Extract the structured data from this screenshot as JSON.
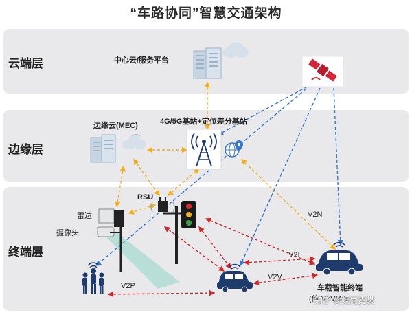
{
  "title": "“车路协同”智慧交通架构",
  "layers": {
    "cloud": "云端层",
    "edge": "边缘层",
    "terminal": "终端层"
  },
  "nodes": {
    "center_cloud": "中心云/服务平台",
    "edge_cloud": "边缘云(MEC)",
    "base_station": "4G/5G基站+定位差分基站",
    "rsu": "RSU",
    "radar": "雷达",
    "camera": "摄像头",
    "vehicle_terminal_line1": "车载智能终端",
    "vehicle_terminal_line2": "(传 V2V/4G)"
  },
  "edges": {
    "v2n": "V2N",
    "v2i": "V2I",
    "v2v": "V2V",
    "v2p": "V2P"
  },
  "watermark": "知乎 @烟雨霓裳",
  "colors": {
    "layer_bg": "#e9e9ec",
    "yellow_link": "#f0b020",
    "blue_link": "#3a78c9",
    "red_link": "#cc2a2a",
    "icon_gray": "#9fb3c8"
  }
}
